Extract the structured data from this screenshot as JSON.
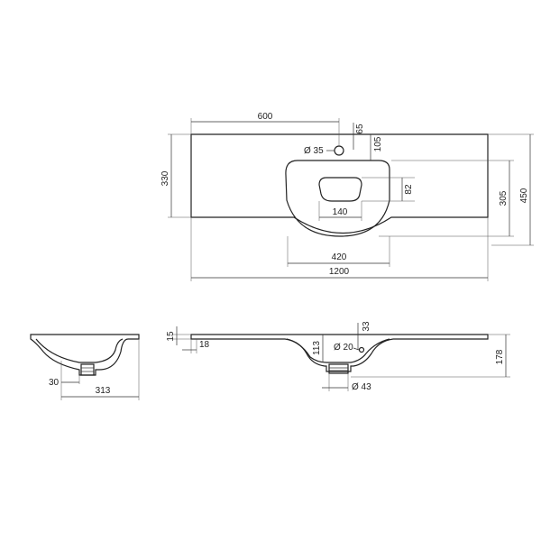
{
  "colors": {
    "line": "#222222",
    "background": "#ffffff"
  },
  "top_view": {
    "width_1200": "1200",
    "depth_330": "330",
    "depth_450": "450",
    "offset_600": "600",
    "tap_offset_65": "65",
    "bowl_offset_105": "105",
    "bowl_depth_305": "305",
    "drain_82": "82",
    "drain_140": "140",
    "bowl_width_420": "420",
    "tap_hole_35": "Ø 35"
  },
  "side_section": {
    "depth_313": "313",
    "offset_30": "30"
  },
  "front_section": {
    "thickness_15": "15",
    "edge_18": "18",
    "bowl_113": "113",
    "overflow_33": "33",
    "overflow_20": "Ø 20",
    "drain_43": "Ø 43",
    "height_178": "178"
  }
}
